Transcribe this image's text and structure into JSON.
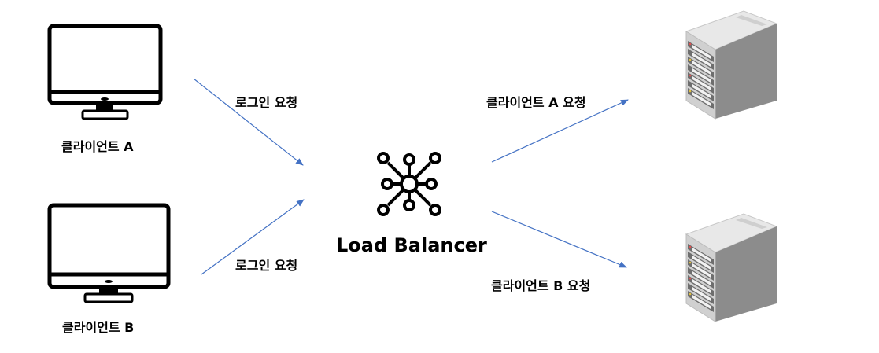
{
  "clients": [
    {
      "label": "클라이언트 A"
    },
    {
      "label": "클라이언트 B"
    }
  ],
  "requests": {
    "client_a": "로그인 요청",
    "client_b": "로그인 요청",
    "to_server_a": "클라이언트 A 요청",
    "to_server_b": "클라이언트 B 요청"
  },
  "load_balancer": {
    "label": "Load Balancer",
    "icon": "hub-network-icon"
  },
  "servers": [
    {
      "icon": "server-tower-icon"
    },
    {
      "icon": "server-tower-icon"
    }
  ],
  "colors": {
    "arrow": "#4472C4",
    "server_side": "#8c8c8c",
    "server_top": "#e8e8e8",
    "server_front": "#d0d0d0"
  }
}
